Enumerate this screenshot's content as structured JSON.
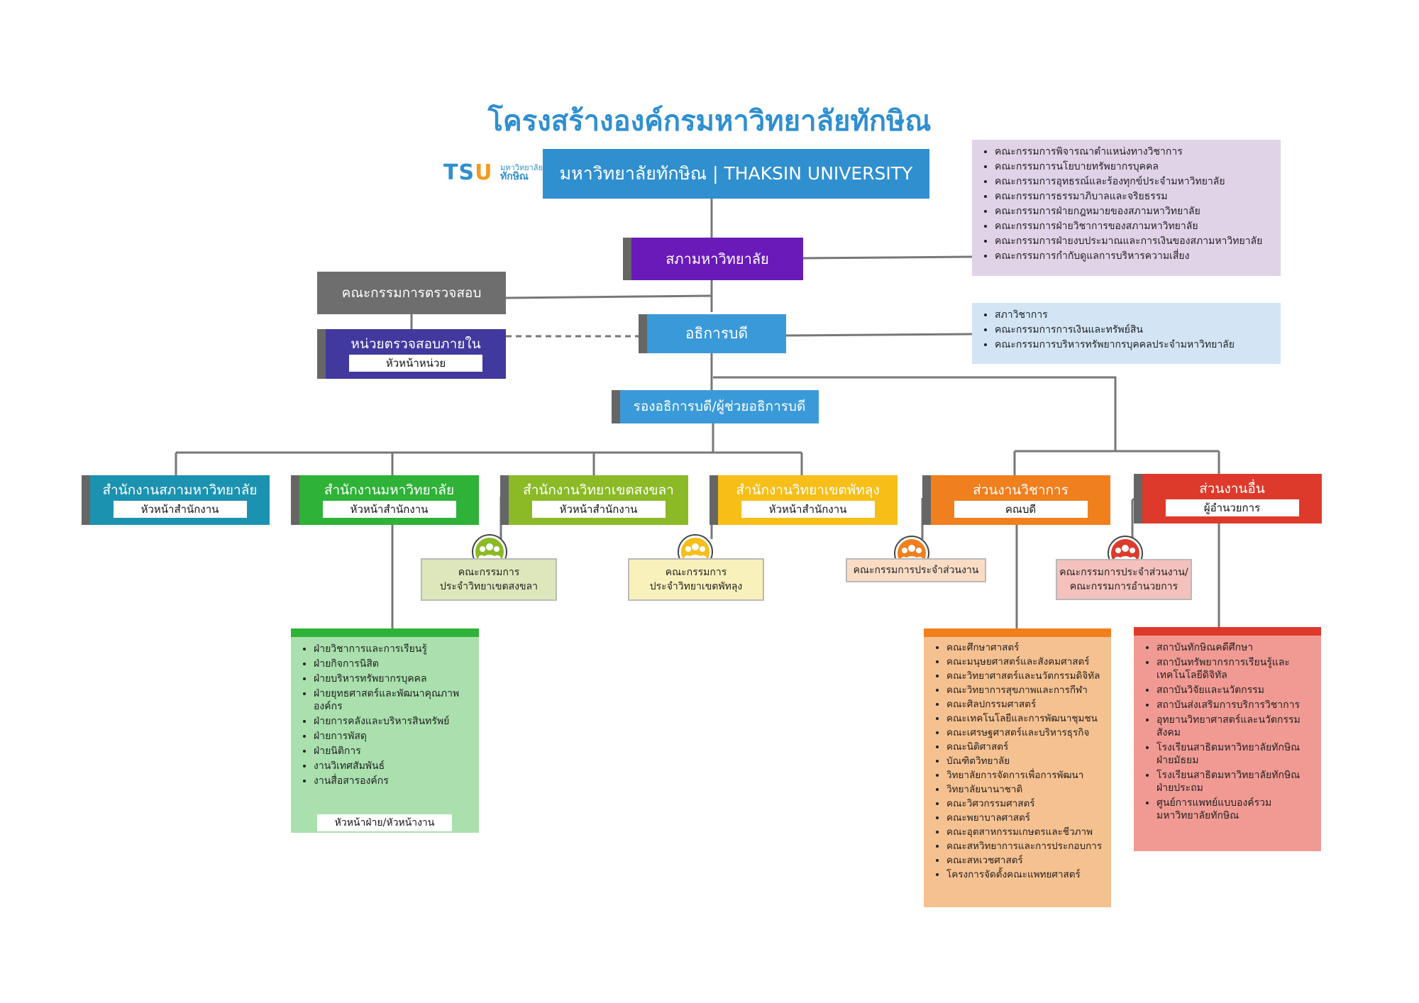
{
  "title": "โครงสร้างองค์กรมหาวิทยาลัยทักษิณ",
  "logo": {
    "main": "TSU",
    "sub_line1": "มหาวิทยาลัย",
    "sub_line2": "ทักษิณ"
  },
  "university": "มหาวิทยาลัยทักษิณ | THAKSIN UNIVERSITY",
  "council": "สภามหาวิทยาลัย",
  "council_committees": [
    "คณะกรรมการพิจารณาตำแหน่งทางวิชาการ",
    "คณะกรรมการนโยบายทรัพยากรบุคคล",
    "คณะกรรมการอุทธรณ์และร้องทุกข์ประจำมหาวิทยาลัย",
    "คณะกรรมการธรรมาภิบาลและจริยธรรม",
    "คณะกรรมการฝ่ายกฎหมายของสภามหาวิทยาลัย",
    "คณะกรรมการฝ่ายวิชาการของสภามหาวิทยาลัย",
    "คณะกรรมการฝ่ายงบประมาณและการเงินของสภามหาวิทยาลัย",
    "คณะกรรมการกำกับดูแลการบริหารความเสี่ยง"
  ],
  "audit_committee": "คณะกรรมการตรวจสอบ",
  "internal_audit": {
    "label": "หน่วยตรวจสอบภายใน",
    "head": "หัวหน้าหน่วย"
  },
  "president": "อธิการบดี",
  "president_bodies": [
    "สภาวิชาการ",
    "คณะกรรมการการเงินและทรัพย์สิน",
    "คณะกรรมการบริหารทรัพยากรบุคคลประจำมหาวิทยาลัย"
  ],
  "vice_president": "รองอธิการบดี/ผู้ช่วยอธิการบดี",
  "units": [
    {
      "label": "สำนักงานสภามหาวิทยาลัย",
      "head": "หัวหน้าสำนักงาน"
    },
    {
      "label": "สำนักงานมหาวิทยาลัย",
      "head": "หัวหน้าสำนักงาน"
    },
    {
      "label": "สำนักงานวิทยาเขตสงขลา",
      "head": "หัวหน้าสำนักงาน"
    },
    {
      "label": "สำนักงานวิทยาเขตพัทลุง",
      "head": "หัวหน้าสำนักงาน"
    },
    {
      "label": "ส่วนงานวิชาการ",
      "head": "คณบดี"
    },
    {
      "label": "ส่วนงานอื่น",
      "head": "ผู้อำนวยการ"
    }
  ],
  "unit_committees": [
    {
      "line1": "คณะกรรมการ",
      "line2": "ประจำวิทยาเขตสงขลา"
    },
    {
      "line1": "คณะกรรมการ",
      "line2": "ประจำวิทยาเขตพัทลุง"
    },
    {
      "line1": "คณะกรรมการประจำส่วนงาน",
      "line2": ""
    },
    {
      "line1": "คณะกรรมการประจำส่วนงาน/",
      "line2": "คณะกรรมการอำนวยการ"
    }
  ],
  "office_divisions": [
    "ฝ่ายวิชาการและการเรียนรู้",
    "ฝ่ายกิจการนิสิต",
    "ฝ่ายบริหารทรัพยากรบุคคล",
    "ฝ่ายยุทธศาสตร์และพัฒนาคุณภาพองค์กร",
    "ฝ่ายการคลังและบริหารสินทรัพย์",
    "ฝ่ายการพัสดุ",
    "ฝ่ายนิติการ",
    "งานวิเทศสัมพันธ์",
    "งานสื่อสารองค์กร"
  ],
  "office_divisions_head": "หัวหน้าฝ่าย/หัวหน้างาน",
  "faculties": [
    "คณะศึกษาศาสตร์",
    "คณะมนุษยศาสตร์และสังคมศาสตร์",
    "คณะวิทยาศาสตร์และนวัตกรรมดิจิทัล",
    "คณะวิทยาการสุขภาพและการกีฬา",
    "คณะศิลปกรรมศาสตร์",
    "คณะเทคโนโลยีและการพัฒนาชุมชน",
    "คณะเศรษฐศาสตร์และบริหารธุรกิจ",
    "คณะนิติศาสตร์",
    "บัณฑิตวิทยาลัย",
    "วิทยาลัยการจัดการเพื่อการพัฒนา",
    "วิทยาลัยนานาชาติ",
    "คณะวิศวกรรมศาสตร์",
    "คณะพยาบาลศาสตร์",
    "คณะอุตสาหกรรมเกษตรและชีวภาพ",
    "คณะสหวิทยาการและการประกอบการ",
    "คณะสหเวชศาสตร์",
    "โครงการจัดตั้งคณะแพทยศาสตร์"
  ],
  "other_units": [
    "สถาบันทักษิณคดีศึกษา",
    "สถาบันทรัพยากรการเรียนรู้และเทคโนโลยีดิจิทัล",
    "สถาบันวิจัยและนวัตกรรม",
    "สถาบันส่งเสริมการบริการวิชาการ",
    "อุทยานวิทยาศาสตร์และนวัตกรรมสังคม",
    "โรงเรียนสาธิตมหาวิทยาลัยทักษิณ ฝ่ายมัธยม",
    "โรงเรียนสาธิตมหาวิทยาลัยทักษิณ ฝ่ายประถม",
    "ศูนย์การแพทย์แบบองค์รวมมหาวิทยาลัยทักษิณ"
  ],
  "colors": {
    "title": "#2f8fcf",
    "university": "#2f8fcf",
    "council": "#6a1ab8",
    "audit_committee": "#6e6e6e",
    "internal_audit": "#41399e",
    "president": "#3a9ad9",
    "vice_president": "#3a9ad9",
    "unit_council_office": "#1b93b0",
    "unit_university_office": "#2fb238",
    "unit_songkhla": "#8bba26",
    "unit_phatthalung": "#f6be17",
    "unit_academic": "#f07f1e",
    "unit_other": "#dd3a2b",
    "council_committees_bg": "#e0d3e8",
    "president_bodies_bg": "#d3e5f5",
    "office_divisions_bg": "#a9e0ad",
    "faculties_bg": "#f6c190",
    "other_units_bg": "#f19a94",
    "tab": "#666666",
    "connector": "#777777"
  }
}
